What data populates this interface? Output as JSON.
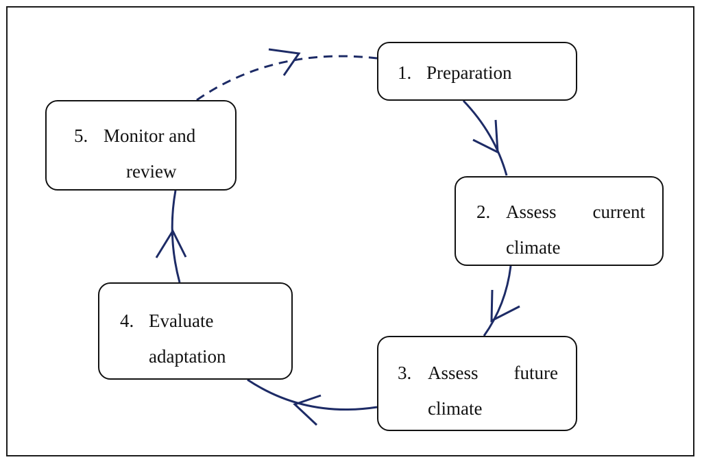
{
  "colors": {
    "arrow": "#1d2b66",
    "box_border": "#111111",
    "text": "#111111",
    "frame": "#1a1a1a"
  },
  "steps": [
    {
      "number": "1.",
      "line1": "Preparation",
      "line2": ""
    },
    {
      "number": "2.",
      "word_a": "Assess",
      "word_b": "current",
      "line2": "climate"
    },
    {
      "number": "3.",
      "word_a": "Assess",
      "word_b": "future",
      "line2": "climate"
    },
    {
      "number": "4.",
      "line1": "Evaluate",
      "line2": "adaptation"
    },
    {
      "number": "5.",
      "line1": "Monitor and",
      "line2": "review"
    }
  ]
}
